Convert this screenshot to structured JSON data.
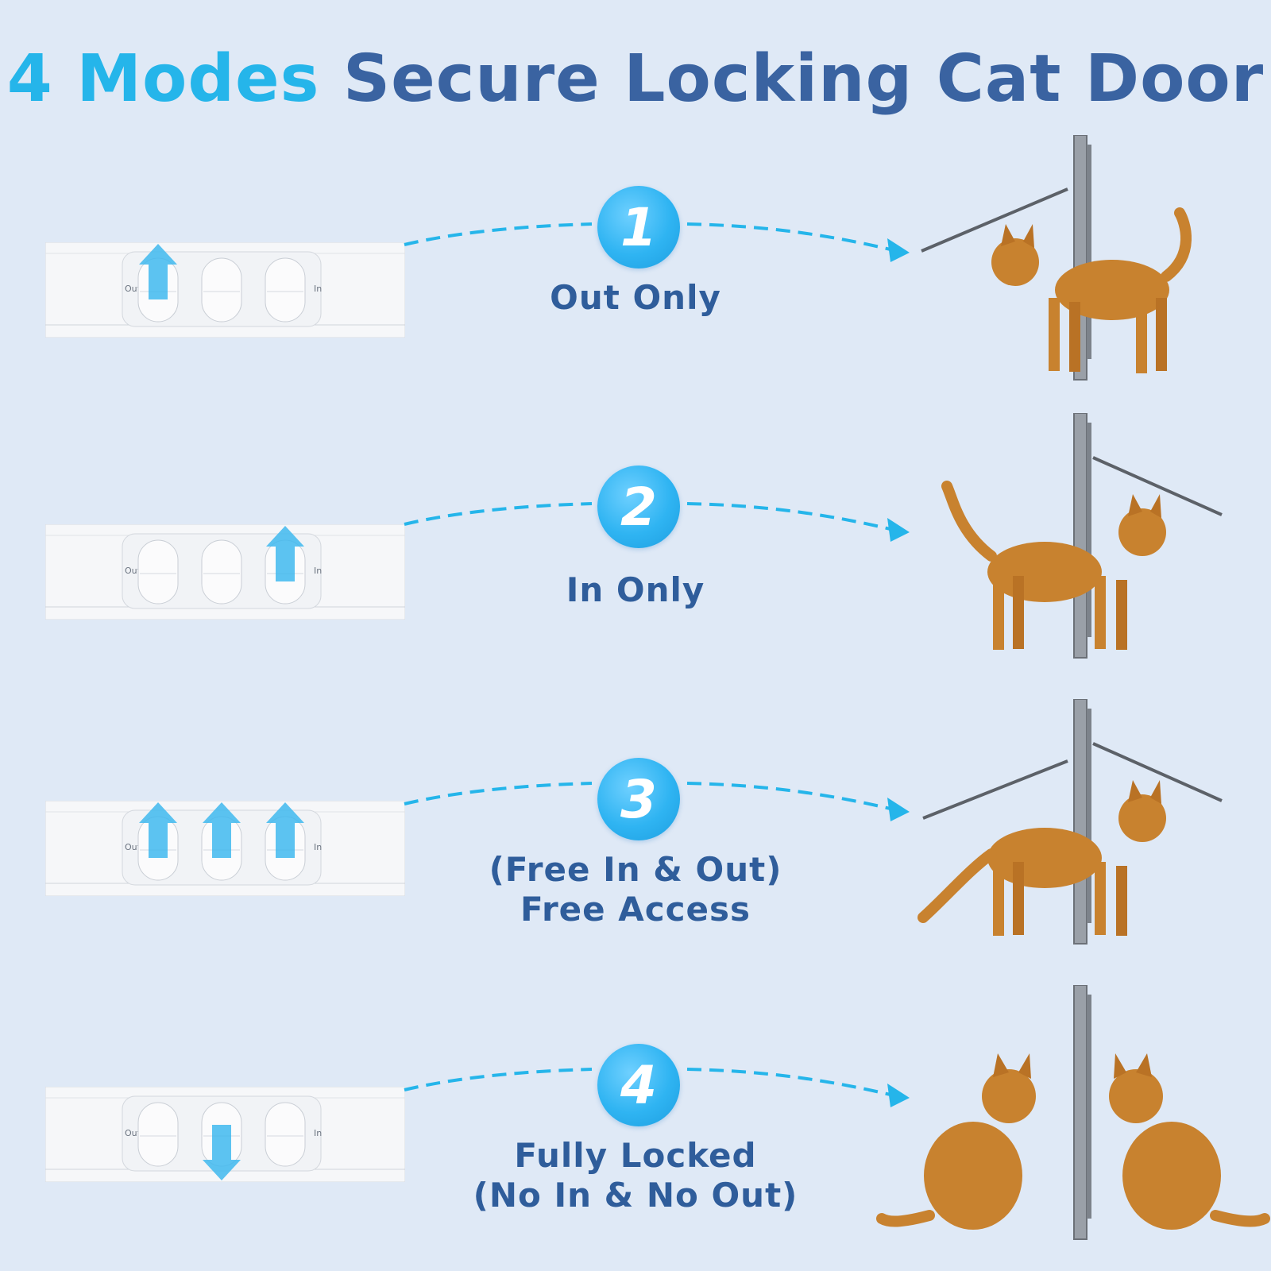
{
  "title": {
    "accent": "4 Modes",
    "main": "Secure Locking Cat Door"
  },
  "colors": {
    "accent": "#25b5ea",
    "main": "#3a63a1",
    "background": "#dfe9f6",
    "arrow": "#25b5ea",
    "label": "#2f5d9b",
    "cat": "#c8822f"
  },
  "lock_labels": {
    "out": "Out",
    "in": "In"
  },
  "modes": [
    {
      "number": "1",
      "lines": [
        "Out Only"
      ],
      "sliders": [
        "up",
        "none",
        "none"
      ],
      "flap": "out"
    },
    {
      "number": "2",
      "lines": [
        "In Only"
      ],
      "sliders": [
        "none",
        "none",
        "up"
      ],
      "flap": "in"
    },
    {
      "number": "3",
      "lines": [
        "(Free In & Out)",
        "Free Access"
      ],
      "sliders": [
        "up",
        "up",
        "up"
      ],
      "flap": "both"
    },
    {
      "number": "4",
      "lines": [
        "Fully Locked",
        "(No In & No Out)"
      ],
      "sliders": [
        "none",
        "down",
        "none"
      ],
      "flap": "none"
    }
  ]
}
